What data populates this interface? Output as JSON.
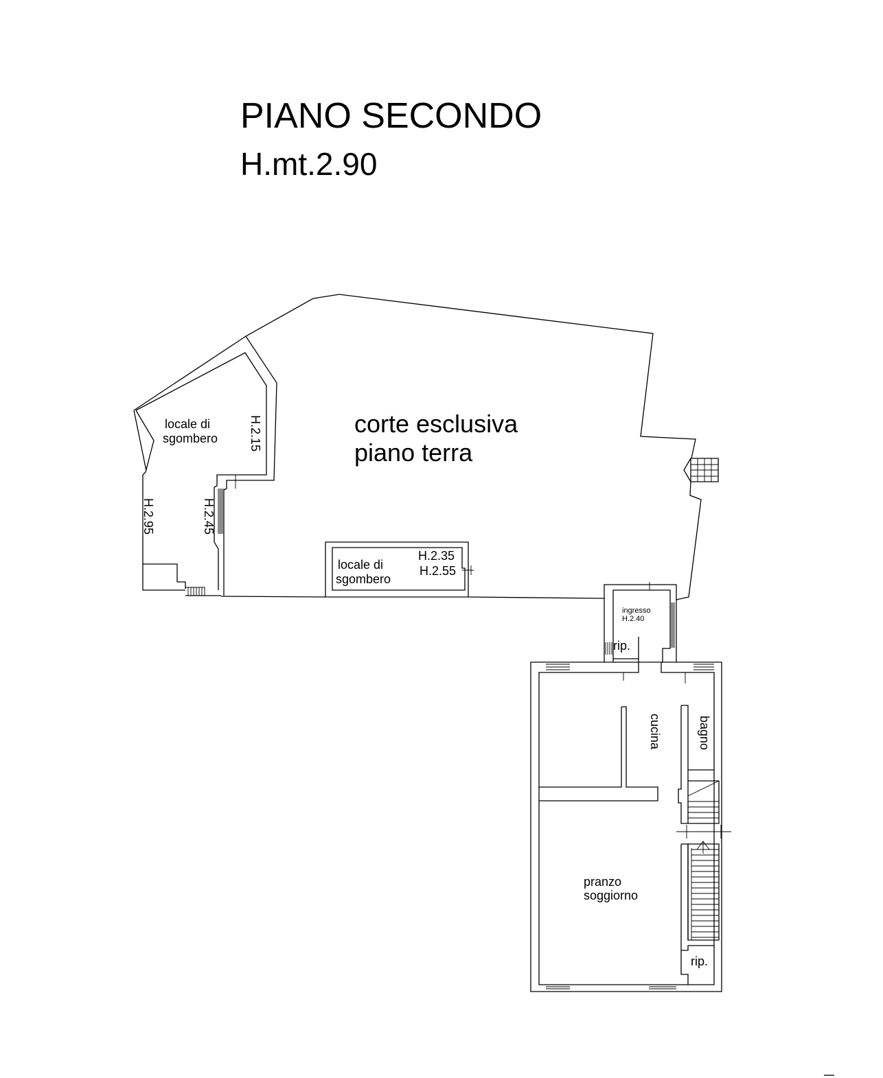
{
  "title": "PIANO SECONDO",
  "height_note": "H.mt.2.90",
  "court": {
    "line1": "corte esclusiva",
    "line2": "piano terra"
  },
  "storage_left": {
    "line1": "locale di",
    "line2": "sgombero",
    "height_a": "H.2.15",
    "height_b": "H.2.95",
    "height_c": "H.2.45"
  },
  "storage_center": {
    "line1": "locale di",
    "line2": "sgombero",
    "height_a": "H.2.35",
    "height_b": "H.2.55"
  },
  "entrance": {
    "label": "ingresso",
    "height": "H.2.40",
    "closet": "rip."
  },
  "kitchen": "cucina",
  "bathroom": "bagno",
  "living": {
    "line1": "pranzo",
    "line2": "soggiorno"
  },
  "closet_bottom": "rip."
}
